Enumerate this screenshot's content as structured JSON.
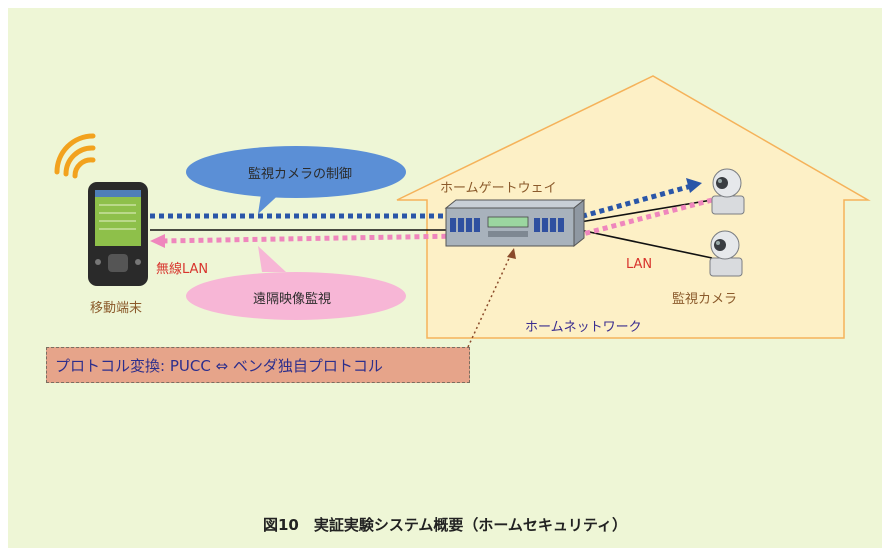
{
  "bubbles": {
    "control": "監視カメラの制御",
    "remote": "遠隔映像監視"
  },
  "labels": {
    "gateway": "ホームゲートウェイ",
    "wireless_lan": "無線LAN",
    "lan": "LAN",
    "mobile": "移動端末",
    "camera": "監視カメラ",
    "home_network": "ホームネットワーク"
  },
  "protocol": "プロトコル変換: PUCC ⇔ ベンダ独自プロトコル",
  "caption": "図10　実証実験システム概要（ホームセキュリティ）",
  "colors": {
    "background": "#eef6d6",
    "house_fill": "#fdf0c6",
    "house_outline": "#f5b25a",
    "blue_path": "#2a56a8",
    "pink_path": "#ef86bd",
    "bubble_blue": "#5b8fd6",
    "bubble_pink": "#f7b6d6",
    "protocol_box": "#e6a48a"
  }
}
